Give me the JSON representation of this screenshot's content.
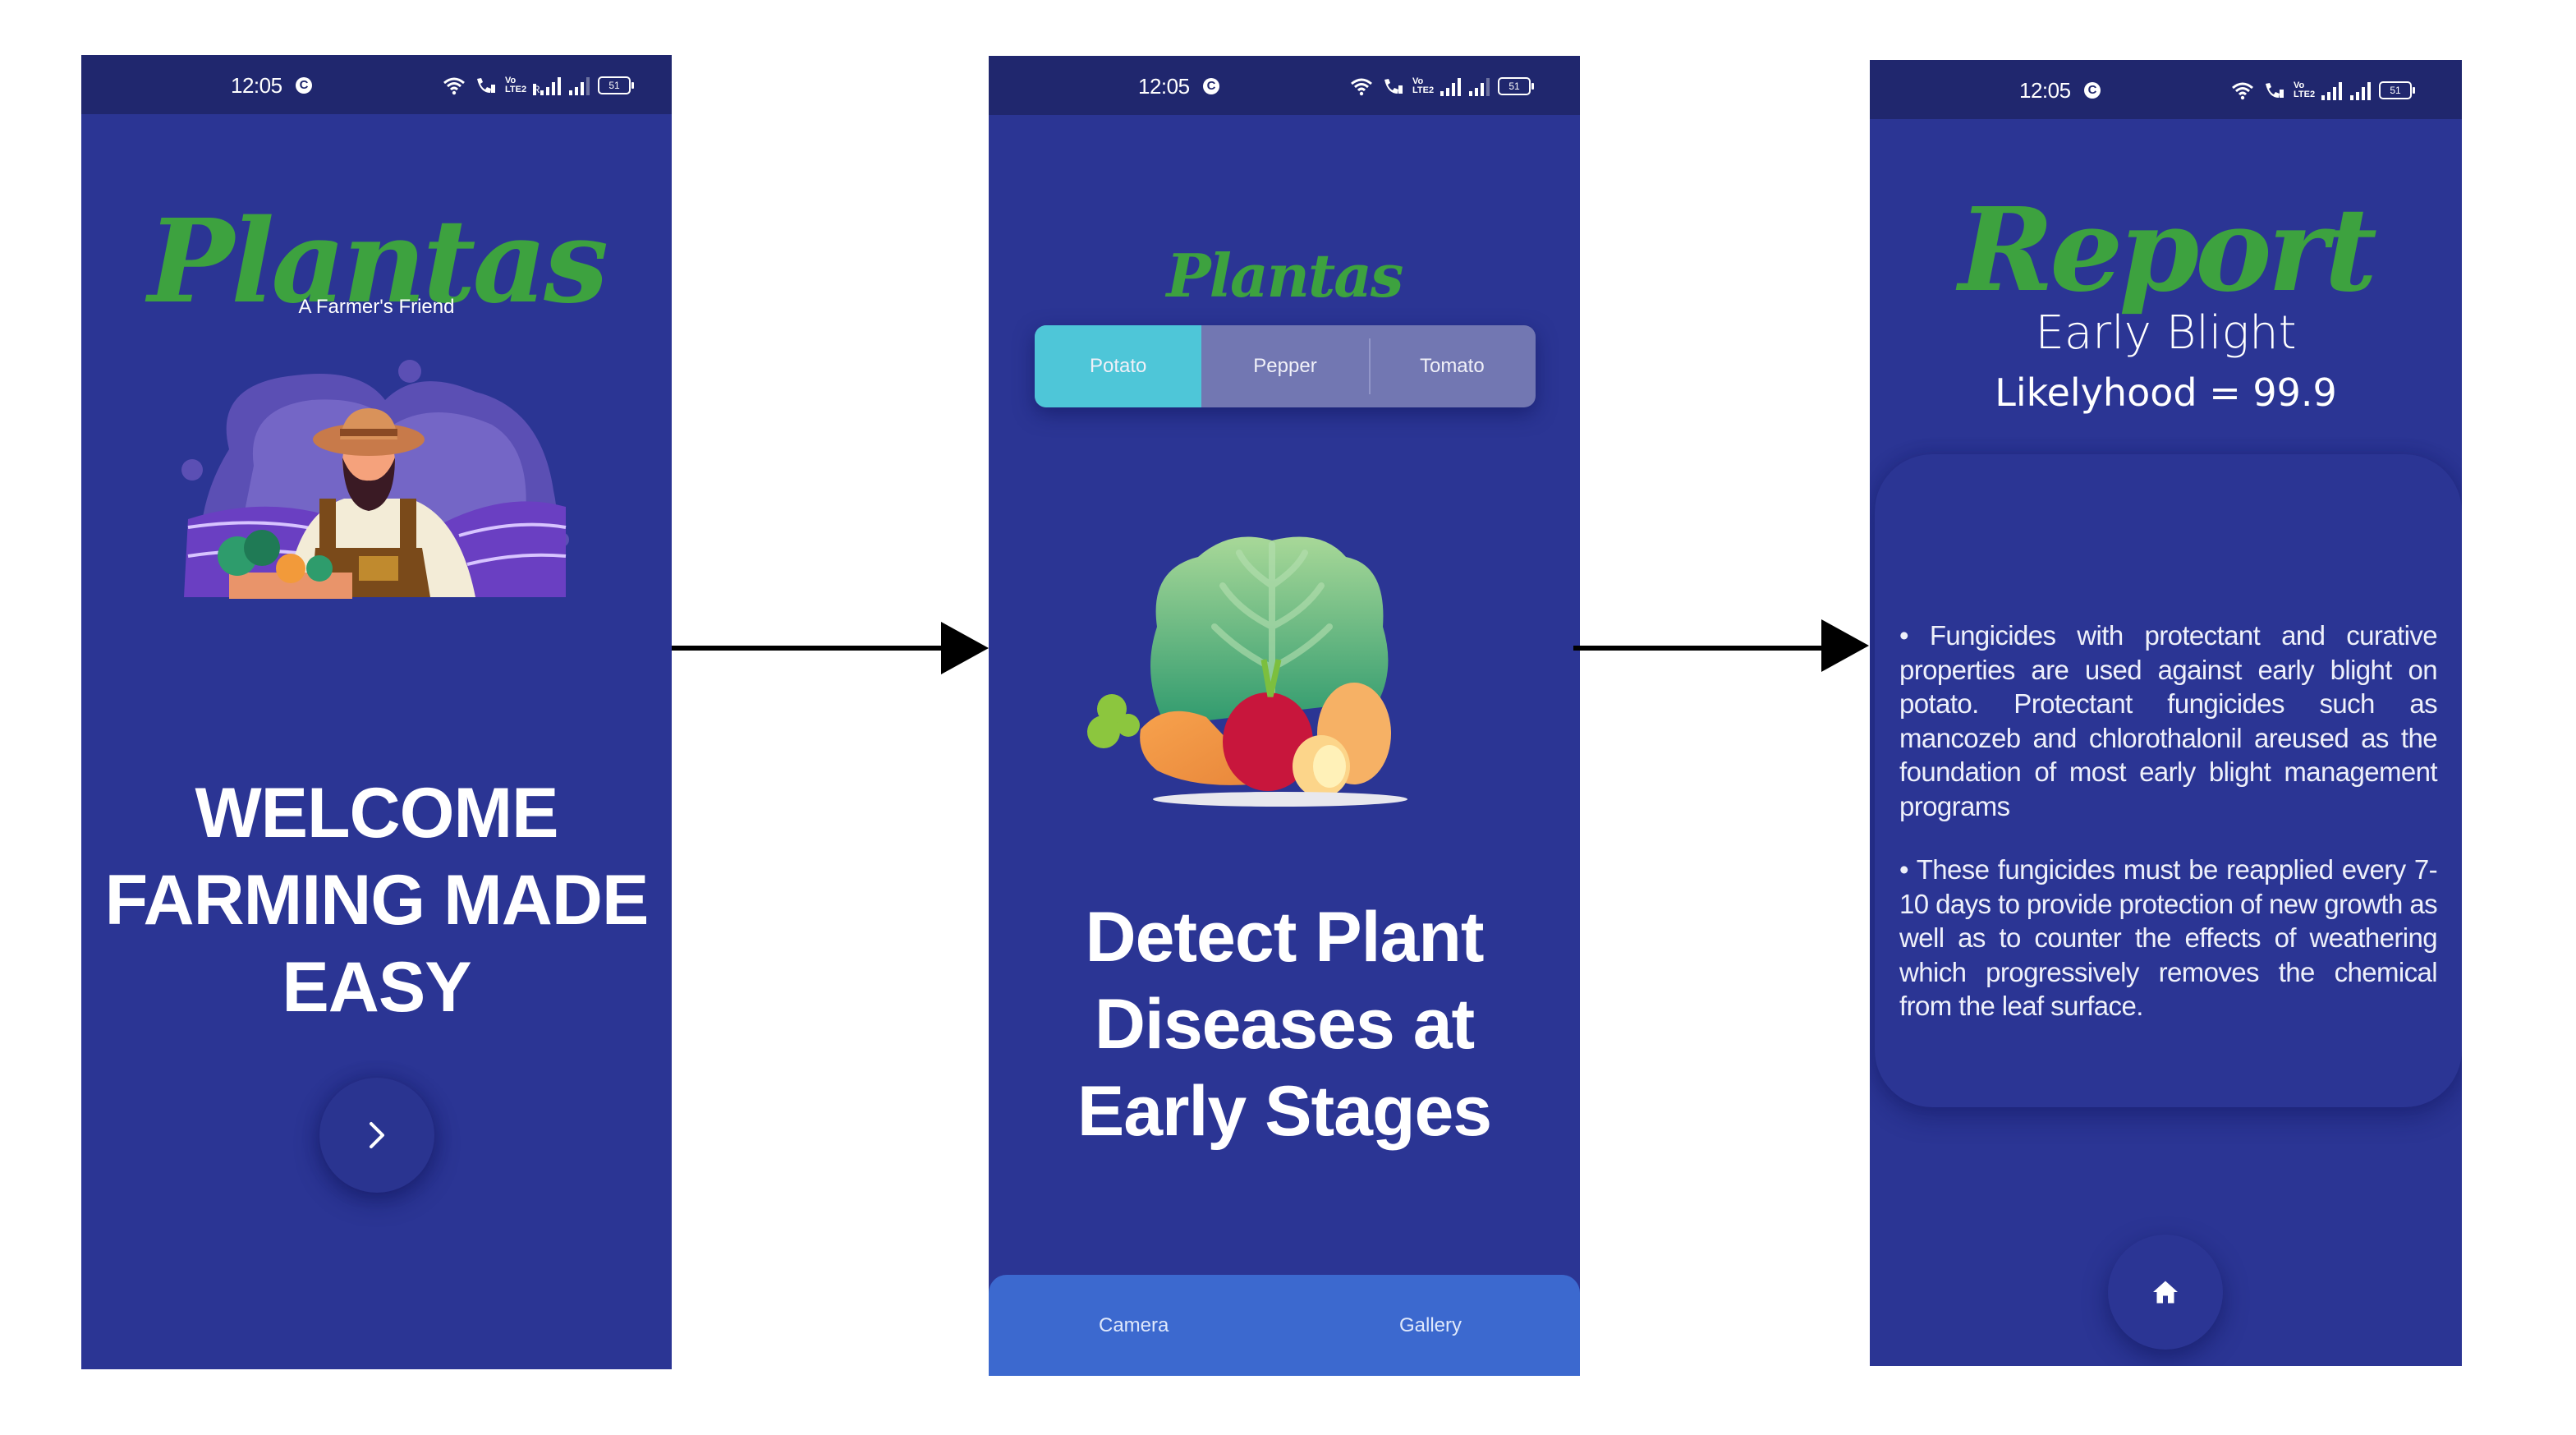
{
  "status_bar": {
    "time": "12:05",
    "app_indicator": "C",
    "icons": [
      "wifi-icon",
      "wifi-calling-icon",
      "volte-lte2-icon",
      "roaming-signal-icon",
      "signal-icon",
      "battery-icon"
    ],
    "volte_label": "Vo LTE2",
    "roaming_label": "R",
    "battery_level": "51"
  },
  "colors": {
    "background": "#2b3594",
    "status_bar": "#20276e",
    "brand_green": "#3da23f",
    "segment_active": "#4ec6d8",
    "segment_inactive": "#7277b2",
    "bottom_bar": "#3c69cf"
  },
  "screen1": {
    "title": "Plantas",
    "subtitle": "A Farmer's Friend",
    "illustration": "farmer-illustration",
    "welcome_lines": [
      "WELCOME",
      "FARMING MADE",
      "EASY"
    ],
    "next_button_icon": "chevron-right-icon"
  },
  "screen2": {
    "title": "Plantas",
    "tabs": [
      {
        "label": "Potato",
        "active": true
      },
      {
        "label": "Pepper",
        "active": false
      },
      {
        "label": "Tomato",
        "active": false
      }
    ],
    "illustration": "vegetables-illustration",
    "headline_lines": [
      "Detect Plant",
      "Diseases at",
      "Early Stages"
    ],
    "bottom_buttons": {
      "camera": "Camera",
      "gallery": "Gallery"
    }
  },
  "screen3": {
    "title": "Report",
    "disease": "Early Blight",
    "likelihood": "Likelyhood = 99.9",
    "paragraphs": [
      "• Fungicides with protectant and curative properties are used against early blight on potato. Protectant fungicides such as mancozeb and chlorothalonil areused as the foundation of most early blight management programs",
      " •  These fungicides must be reapplied every 7-10 days to provide protection of new growth as well as to counter the effects of weathering which progressively removes the chemical from the leaf surface."
    ],
    "home_button_icon": "home-icon"
  },
  "flow_arrows": [
    "arrow-screen1-to-screen2",
    "arrow-screen2-to-screen3"
  ]
}
